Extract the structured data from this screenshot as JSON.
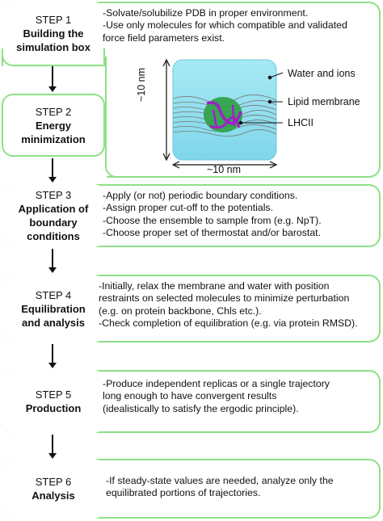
{
  "steps": [
    {
      "number": "STEP 1",
      "title_lines": [
        "Building the",
        "simulation box"
      ],
      "desc_lines": [
        "-Solvate/solubilize PDB in proper environment.",
        "-Use only molecules for which compatible and validated",
        "force field parameters exist."
      ]
    },
    {
      "number": "STEP 2",
      "title_lines": [
        "Energy",
        "minimization"
      ],
      "desc_lines": []
    },
    {
      "number": "STEP 3",
      "title_lines": [
        "Application of",
        "boundary",
        "conditions"
      ],
      "desc_lines": [
        "-Apply (or not) periodic boundary conditions.",
        "-Assign proper cut-off to the potentials.",
        "-Choose the ensemble to sample from (e.g. NpT).",
        "-Choose proper set of thermostat and/or barostat."
      ]
    },
    {
      "number": "STEP 4",
      "title_lines": [
        "Equilibration",
        "and analysis"
      ],
      "desc_lines": [
        "-Initially, relax the membrane and water with position",
        "restraints on selected molecules to minimize perturbation",
        "(e.g. on protein backbone, Chls etc.).",
        "-Check completion of equilibration (e.g. via protein RMSD)."
      ]
    },
    {
      "number": "STEP 5",
      "title_lines": [
        "Production"
      ],
      "desc_lines": [
        "-Produce independent replicas or a single trajectory",
        "long enough to have convergent results",
        "(idealistically to satisfy the ergodic principle)."
      ]
    },
    {
      "number": "STEP 6",
      "title_lines": [
        "Analysis"
      ],
      "desc_lines": [
        "-If steady-state values are needed, analyze only the",
        "equilibrated portions of trajectories."
      ]
    }
  ],
  "figure": {
    "labels": {
      "water": "Water and ions",
      "membrane": "Lipid membrane",
      "protein": "LHCII"
    },
    "dims": {
      "height": "~10 nm",
      "width": "~10 nm"
    },
    "colors": {
      "water": "#8fdff0",
      "membrane": "#8a8a8a",
      "protein_green": "#2ea043",
      "protein_purple": "#a020c8",
      "border": "#8ee087"
    }
  }
}
